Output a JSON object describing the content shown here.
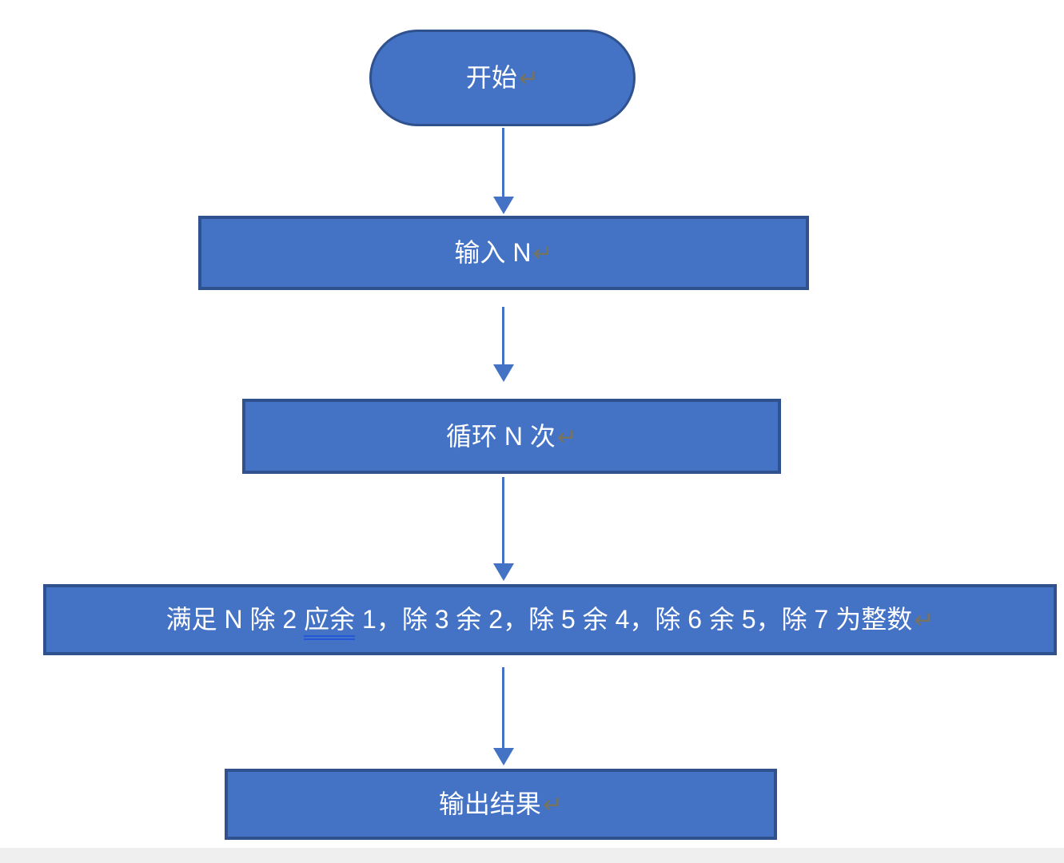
{
  "colors": {
    "shape_fill": "#4472C4",
    "shape_border": "#2F528F",
    "arrow": "#4472C4",
    "label_text": "#FFFFFF",
    "return_mark": "#767460",
    "grammar_underline": "#2458D8",
    "bottom_strip": "#EFEFEF"
  },
  "flowchart": {
    "nodes": {
      "start": {
        "type": "terminator",
        "label": "开始",
        "return_mark": "↵"
      },
      "input": {
        "type": "process",
        "label": "输入 N",
        "return_mark": "↵"
      },
      "loop": {
        "type": "process",
        "label": "循环 N 次",
        "return_mark": "↵"
      },
      "condition": {
        "type": "process",
        "before": "满足 N 除 2 ",
        "underlined": "应余",
        "after": " 1，除 3 余 2，除 5 余 4，除 6 余 5，除 7 为整数",
        "return_mark": "↵"
      },
      "output": {
        "type": "process",
        "label": "输出结果",
        "return_mark": "↵"
      }
    }
  }
}
